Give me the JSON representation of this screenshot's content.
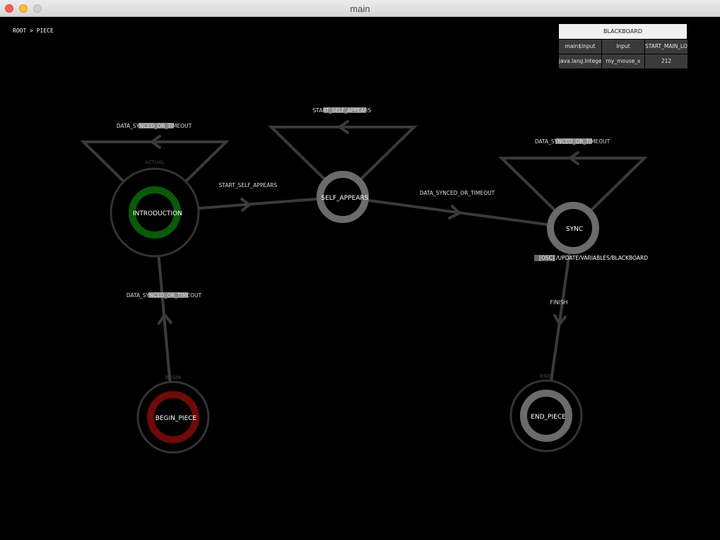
{
  "window": {
    "title": "main"
  },
  "breadcrumb": "ROOT > PIECE",
  "blackboard": {
    "title": "BLACKBOARD",
    "rows": [
      [
        "main$Input",
        "Input",
        "START_MAIN_LOOP"
      ],
      [
        "java.lang.Integer",
        "my_mouse_x",
        "212"
      ]
    ]
  },
  "states": {
    "introduction": {
      "label": "INTRODUCTION",
      "tag": "ACTUAL",
      "loop_label": "DATA_SYNCED_OR_TIMEOUT"
    },
    "self_appears": {
      "label": "SELF_APPEARS",
      "loop_label": "START_SELF_APPEARS"
    },
    "sync": {
      "label": "SYNC",
      "loop_label": "DATA_SYNCED_OR_TIMEOUT",
      "osc_label": "[OSC] /UPDATE/VARIABLES/BLACKBOARD"
    },
    "begin_piece": {
      "label": "BEGIN_PIECE",
      "tag": "BEGIN"
    },
    "end_piece": {
      "label": "END_PIECE",
      "tag": "END"
    }
  },
  "transitions": {
    "intro_to_self": "START_SELF_APPEARS",
    "self_to_sync": "DATA_SYNCED_OR_TIMEOUT",
    "begin_to_intro": "DATA_SYNCED_OR_TIMEOUT",
    "sync_to_end": "FINISH"
  },
  "colors": {
    "background": "#000000",
    "edge": "#3a3a3a",
    "state_ring": "#6b6b6b",
    "active_ring": "#0a5a0a",
    "begin_ring": "#6e0a0a",
    "outer_ring": "#333333"
  }
}
